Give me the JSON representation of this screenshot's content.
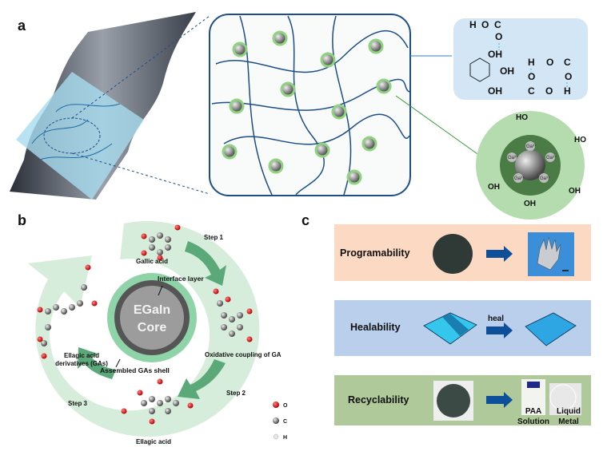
{
  "panels": {
    "a": {
      "label": "a",
      "hbond_box": {
        "atoms": {
          "H": "H",
          "O": "O",
          "C": "C",
          "OH": "OH"
        }
      },
      "coordination": {
        "ion": "Ga³⁺",
        "hydroxyl": "HO",
        "hydroxyl_alt": "OH",
        "oxygen": "O"
      }
    },
    "b": {
      "label": "b",
      "core_line1": "EGaIn",
      "core_line2": "Core",
      "interface_layer": "Interface layer",
      "shell": "Assembled GAs shell",
      "gallic_acid": "Gallic acid",
      "oxidative": "Oxidative coupling of GA",
      "ellagic_acid": "Ellagic acid",
      "derivatives_line1": "Ellagic acid",
      "derivatives_line2": "derivatives (GAs)",
      "step1": "Step 1",
      "step2": "Step 2",
      "step3": "Step 3",
      "legend": [
        {
          "symbol": "O",
          "color": "#e0191b"
        },
        {
          "symbol": "C",
          "color": "#6d6d6d"
        },
        {
          "symbol": "H",
          "color": "#e6e6e6"
        }
      ]
    },
    "c": {
      "label": "c",
      "rows": [
        {
          "title": "Programability",
          "bg": "#fbd9c3"
        },
        {
          "title": "Healability",
          "bg": "#b9cfec",
          "arrow_label": "heal"
        },
        {
          "title": "Recyclability",
          "bg": "#b0c99a",
          "product1_line1": "PAA",
          "product1_line2": "Solution",
          "product2_line1": "Liquid",
          "product2_line2": "Metal"
        }
      ]
    }
  },
  "colors": {
    "ring": "#d7eddb",
    "arrow": "#5ba878",
    "core_green": "#8fd3a8",
    "box_blue": "#d3e6f5",
    "flow_arrow": "#0d4f99"
  }
}
